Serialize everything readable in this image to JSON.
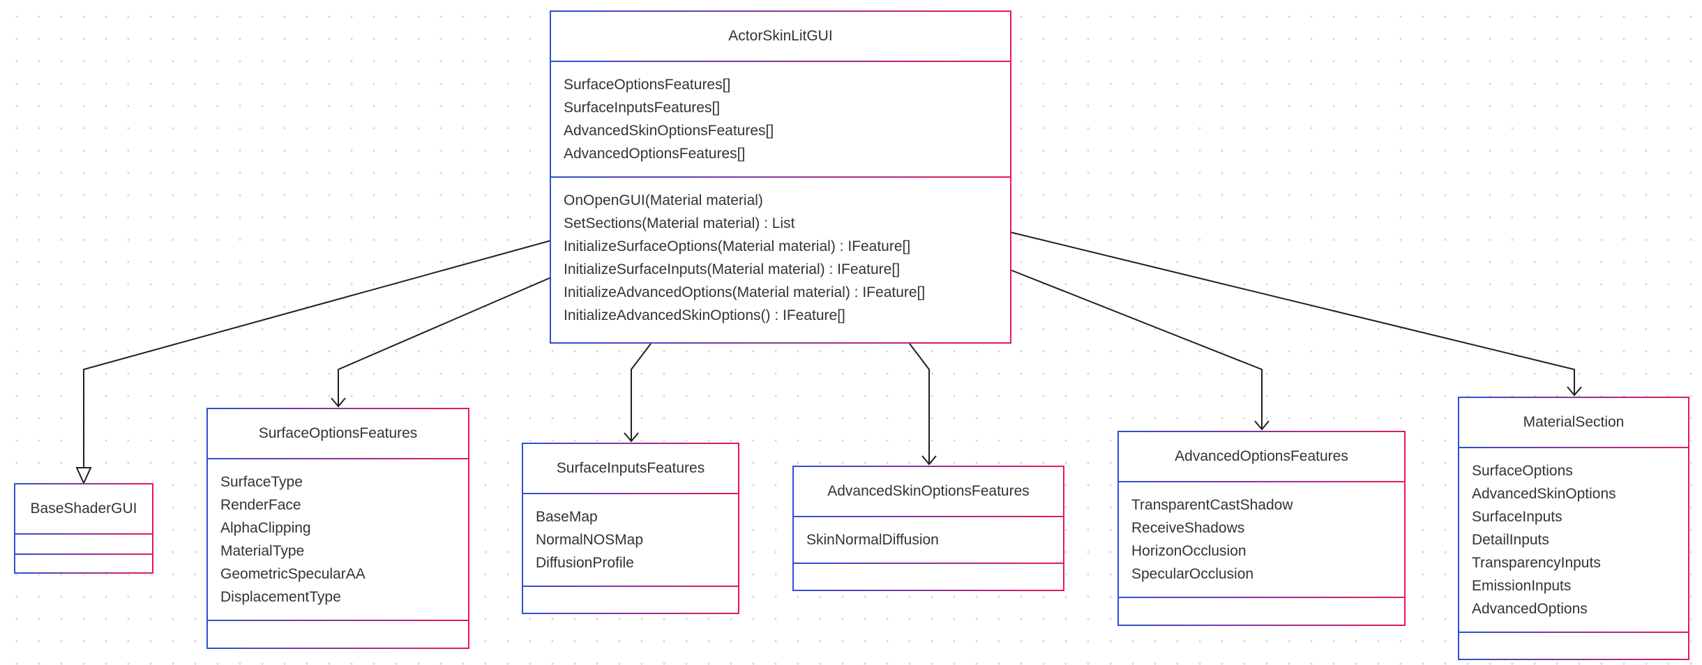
{
  "colors": {
    "border_start": "#2d4fd8",
    "border_end": "#e8185a",
    "connector": "#1f1f1f",
    "text": "#333333"
  },
  "main_class": {
    "name": "ActorSkinLitGUI",
    "fields": [
      "SurfaceOptionsFeatures[]",
      "SurfaceInputsFeatures[]",
      "AdvancedSkinOptionsFeatures[]",
      "AdvancedOptionsFeatures[]"
    ],
    "methods": [
      "OnOpenGUI(Material material)",
      "SetSections(Material material) : List",
      "InitializeSurfaceOptions(Material material) : IFeature[]",
      "InitializeSurfaceInputs(Material material) : IFeature[]",
      "InitializeAdvancedOptions(Material material) : IFeature[]",
      "InitializeAdvancedSkinOptions() : IFeature[]"
    ]
  },
  "base_class": {
    "name": "BaseShaderGUI",
    "relation": "inheritance"
  },
  "surface_options": {
    "name": "SurfaceOptionsFeatures",
    "fields": [
      "SurfaceType",
      "RenderFace",
      "AlphaClipping",
      "MaterialType",
      "GeometricSpecularAA",
      "DisplacementType"
    ]
  },
  "surface_inputs": {
    "name": "SurfaceInputsFeatures",
    "fields": [
      "BaseMap",
      "NormalNOSMap",
      "DiffusionProfile"
    ]
  },
  "advanced_skin_options": {
    "name": "AdvancedSkinOptionsFeatures",
    "fields": [
      "SkinNormalDiffusion"
    ]
  },
  "advanced_options": {
    "name": "AdvancedOptionsFeatures",
    "fields": [
      "TransparentCastShadow",
      "ReceiveShadows",
      "HorizonOcclusion",
      "SpecularOcclusion"
    ]
  },
  "material_section": {
    "name": "MaterialSection",
    "fields": [
      "SurfaceOptions",
      "AdvancedSkinOptions",
      "SurfaceInputs",
      "DetailInputs",
      "TransparencyInputs",
      "EmissionInputs",
      "AdvancedOptions"
    ]
  }
}
